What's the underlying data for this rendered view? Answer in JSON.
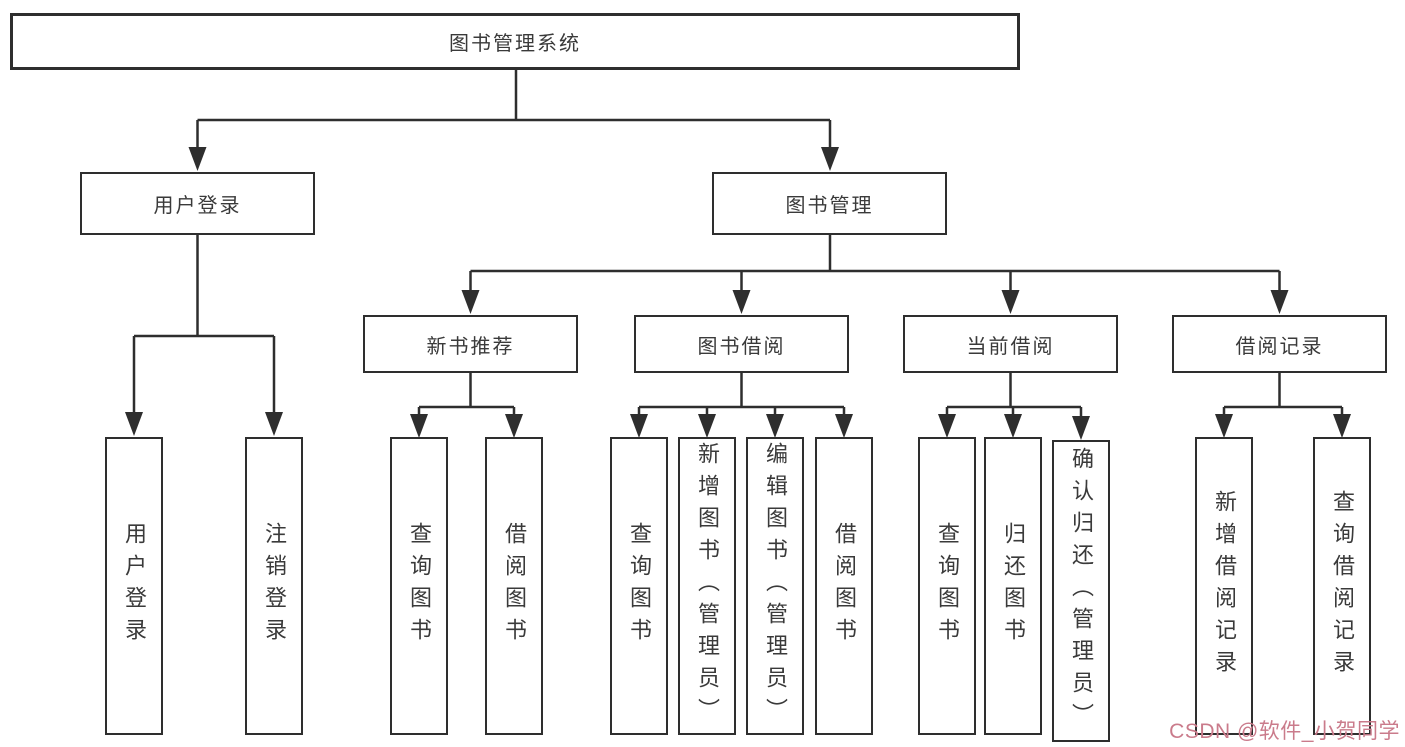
{
  "tree": {
    "root": "图书管理系统",
    "branches": [
      {
        "label": "用户登录",
        "leaves": [
          "用户登录",
          "注销登录"
        ]
      },
      {
        "label": "图书管理",
        "sub": [
          {
            "label": "新书推荐",
            "leaves": [
              "查询图书",
              "借阅图书"
            ]
          },
          {
            "label": "图书借阅",
            "leaves": [
              "查询图书",
              "新增图书（管理员）",
              "编辑图书（管理员）",
              "借阅图书"
            ]
          },
          {
            "label": "当前借阅",
            "leaves": [
              "查询图书",
              "归还图书",
              "确认归还（管理员）"
            ]
          },
          {
            "label": "借阅记录",
            "leaves": [
              "新增借阅记录",
              "查询借阅记录"
            ]
          }
        ]
      }
    ]
  },
  "watermark": {
    "text": "CSDN @软件_小贺同学",
    "color": "#ca7b8b"
  },
  "colors": {
    "line": "#2e2e2e",
    "node_border": "#2e2e2e",
    "node_text": "#3a3a3a",
    "background": "#ffffff"
  }
}
